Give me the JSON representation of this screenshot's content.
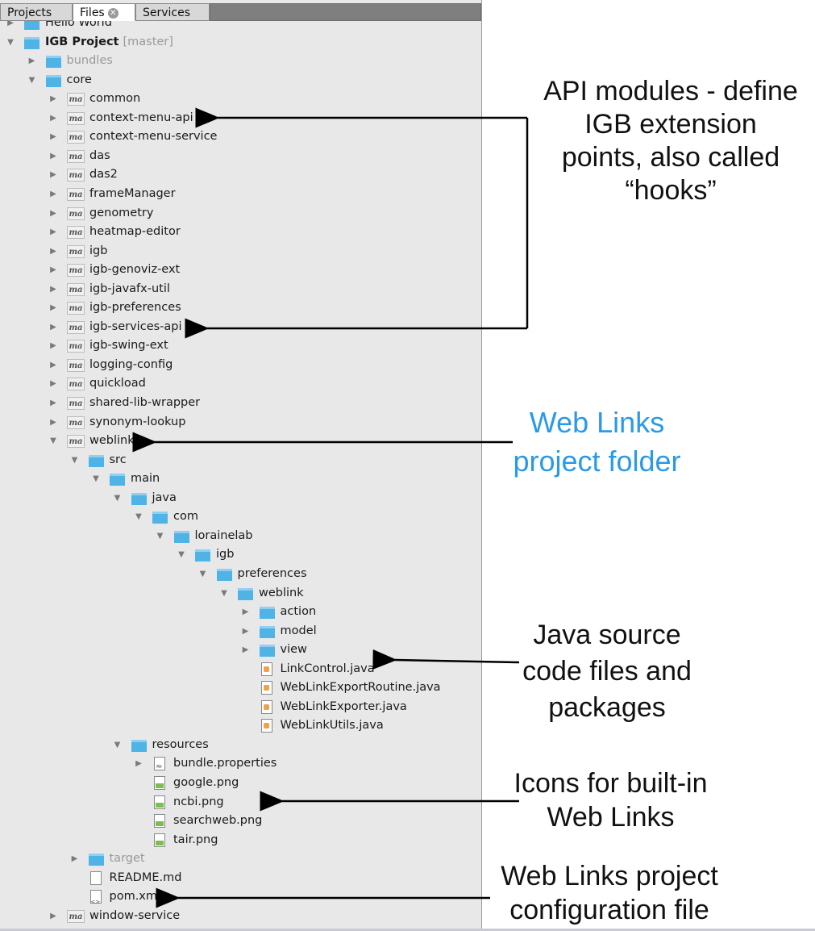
{
  "tabs": [
    {
      "label": "Projects"
    },
    {
      "label": "Files"
    },
    {
      "label": "Services"
    }
  ],
  "tree": [
    {
      "text": "Hello World",
      "indent": 0,
      "icon": "folder-icon",
      "twisty": "collapsed",
      "partial": true
    },
    {
      "text": "IGB Project",
      "branch": "[master]",
      "indent": 0,
      "icon": "folder-icon",
      "twisty": "expanded",
      "bold": true
    },
    {
      "text": "bundles",
      "indent": 1,
      "icon": "folder-icon",
      "twisty": "collapsed",
      "dim": true
    },
    {
      "text": "core",
      "indent": 1,
      "icon": "folder-icon",
      "twisty": "expanded"
    },
    {
      "text": "common",
      "indent": 2,
      "icon": "maven-module-icon",
      "twisty": "collapsed"
    },
    {
      "text": "context-menu-api",
      "indent": 2,
      "icon": "maven-module-icon",
      "twisty": "collapsed"
    },
    {
      "text": "context-menu-service",
      "indent": 2,
      "icon": "maven-module-icon",
      "twisty": "collapsed"
    },
    {
      "text": "das",
      "indent": 2,
      "icon": "maven-module-icon",
      "twisty": "collapsed"
    },
    {
      "text": "das2",
      "indent": 2,
      "icon": "maven-module-icon",
      "twisty": "collapsed"
    },
    {
      "text": "frameManager",
      "indent": 2,
      "icon": "maven-module-icon",
      "twisty": "collapsed"
    },
    {
      "text": "genometry",
      "indent": 2,
      "icon": "maven-module-icon",
      "twisty": "collapsed"
    },
    {
      "text": "heatmap-editor",
      "indent": 2,
      "icon": "maven-module-icon",
      "twisty": "collapsed"
    },
    {
      "text": "igb",
      "indent": 2,
      "icon": "maven-module-icon",
      "twisty": "collapsed"
    },
    {
      "text": "igb-genoviz-ext",
      "indent": 2,
      "icon": "maven-module-icon",
      "twisty": "collapsed"
    },
    {
      "text": "igb-javafx-util",
      "indent": 2,
      "icon": "maven-module-icon",
      "twisty": "collapsed"
    },
    {
      "text": "igb-preferences",
      "indent": 2,
      "icon": "maven-module-icon",
      "twisty": "collapsed"
    },
    {
      "text": "igb-services-api",
      "indent": 2,
      "icon": "maven-module-icon",
      "twisty": "collapsed"
    },
    {
      "text": "igb-swing-ext",
      "indent": 2,
      "icon": "maven-module-icon",
      "twisty": "collapsed"
    },
    {
      "text": "logging-config",
      "indent": 2,
      "icon": "maven-module-icon",
      "twisty": "collapsed"
    },
    {
      "text": "quickload",
      "indent": 2,
      "icon": "maven-module-icon",
      "twisty": "collapsed"
    },
    {
      "text": "shared-lib-wrapper",
      "indent": 2,
      "icon": "maven-module-icon",
      "twisty": "collapsed"
    },
    {
      "text": "synonym-lookup",
      "indent": 2,
      "icon": "maven-module-icon",
      "twisty": "collapsed"
    },
    {
      "text": "weblinks",
      "indent": 2,
      "icon": "maven-module-icon",
      "twisty": "expanded"
    },
    {
      "text": "src",
      "indent": 3,
      "icon": "folder-icon",
      "twisty": "expanded"
    },
    {
      "text": "main",
      "indent": 4,
      "icon": "folder-icon",
      "twisty": "expanded"
    },
    {
      "text": "java",
      "indent": 5,
      "icon": "folder-icon",
      "twisty": "expanded"
    },
    {
      "text": "com",
      "indent": 6,
      "icon": "folder-icon",
      "twisty": "expanded"
    },
    {
      "text": "lorainelab",
      "indent": 7,
      "icon": "folder-icon",
      "twisty": "expanded"
    },
    {
      "text": "igb",
      "indent": 8,
      "icon": "folder-icon",
      "twisty": "expanded"
    },
    {
      "text": "preferences",
      "indent": 9,
      "icon": "folder-icon",
      "twisty": "expanded"
    },
    {
      "text": "weblink",
      "indent": 10,
      "icon": "folder-icon",
      "twisty": "expanded"
    },
    {
      "text": "action",
      "indent": 11,
      "icon": "folder-icon",
      "twisty": "collapsed"
    },
    {
      "text": "model",
      "indent": 11,
      "icon": "folder-icon",
      "twisty": "collapsed"
    },
    {
      "text": "view",
      "indent": 11,
      "icon": "folder-icon",
      "twisty": "collapsed"
    },
    {
      "text": "LinkControl.java",
      "indent": 11,
      "icon": "java-file-icon",
      "twisty": "none"
    },
    {
      "text": "WebLinkExportRoutine.java",
      "indent": 11,
      "icon": "java-file-icon",
      "twisty": "none"
    },
    {
      "text": "WebLinkExporter.java",
      "indent": 11,
      "icon": "java-file-icon",
      "twisty": "none"
    },
    {
      "text": "WebLinkUtils.java",
      "indent": 11,
      "icon": "java-file-icon",
      "twisty": "none"
    },
    {
      "text": "resources",
      "indent": 5,
      "icon": "folder-icon",
      "twisty": "expanded"
    },
    {
      "text": "bundle.properties",
      "indent": 6,
      "icon": "properties-file-icon",
      "twisty": "collapsed"
    },
    {
      "text": "google.png",
      "indent": 6,
      "icon": "image-file-icon",
      "twisty": "none"
    },
    {
      "text": "ncbi.png",
      "indent": 6,
      "icon": "image-file-icon",
      "twisty": "none"
    },
    {
      "text": "searchweb.png",
      "indent": 6,
      "icon": "image-file-icon",
      "twisty": "none"
    },
    {
      "text": "tair.png",
      "indent": 6,
      "icon": "image-file-icon",
      "twisty": "none"
    },
    {
      "text": "target",
      "indent": 3,
      "icon": "folder-icon",
      "twisty": "collapsed",
      "dim": true
    },
    {
      "text": "README.md",
      "indent": 3,
      "icon": "text-file-icon",
      "twisty": "none"
    },
    {
      "text": "pom.xml",
      "indent": 3,
      "icon": "xml-file-icon",
      "twisty": "none"
    },
    {
      "text": "window-service",
      "indent": 2,
      "icon": "maven-module-icon",
      "twisty": "collapsed"
    }
  ],
  "annotations": [
    {
      "lines": [
        "API modules - define",
        "IGB extension",
        "points, also called",
        "“hooks”"
      ]
    },
    {
      "lines": [
        "Web Links",
        "project folder"
      ],
      "color": "#2a9ae8"
    },
    {
      "lines": [
        "Java source",
        "code files and",
        "packages"
      ]
    },
    {
      "lines": [
        "Icons for built-in",
        "Web Links"
      ]
    },
    {
      "lines": [
        "Web Links project",
        "configuration file"
      ]
    }
  ],
  "colors": {
    "panel_bg": "#e8e8e8",
    "folder": "#4fb3e6",
    "annotation_blue": "#2a9ae8"
  }
}
